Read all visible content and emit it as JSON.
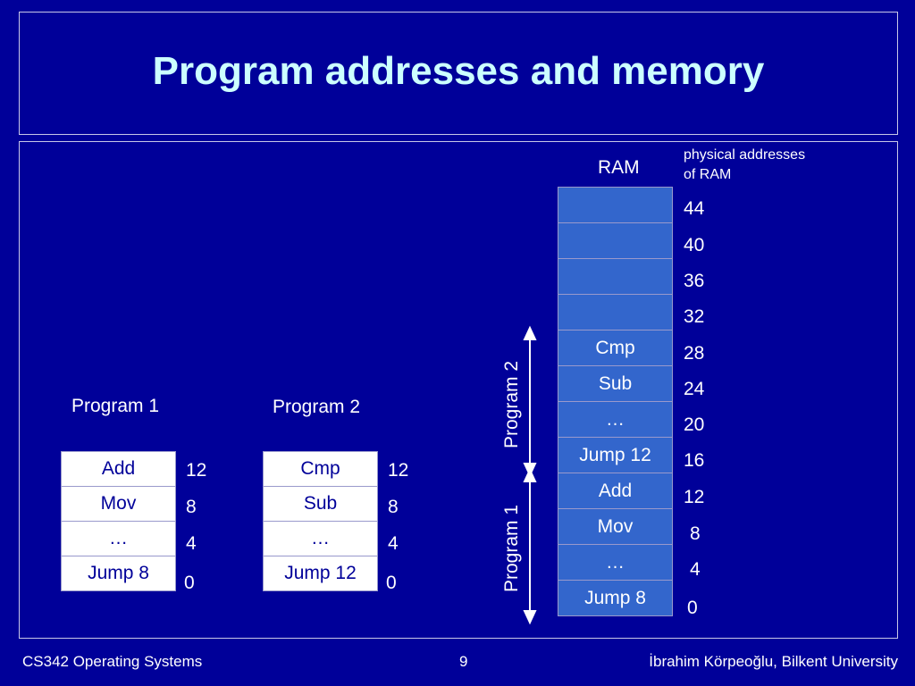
{
  "title": "Program addresses and memory",
  "program1": {
    "label": "Program 1",
    "cells": [
      "Add",
      "Mov",
      "…",
      "Jump 8"
    ],
    "addresses": [
      "12",
      "8",
      "4",
      "0"
    ]
  },
  "program2": {
    "label": "Program 2",
    "cells": [
      "Cmp",
      "Sub",
      "…",
      "Jump 12"
    ],
    "addresses": [
      "12",
      "8",
      "4",
      "0"
    ]
  },
  "ram": {
    "label": "RAM",
    "physical_label_line1": "physical addresses",
    "physical_label_line2": "of RAM",
    "cells": [
      "",
      "",
      "",
      "",
      "Cmp",
      "Sub",
      "…",
      "Jump 12",
      "Add",
      "Mov",
      "…",
      "Jump 8"
    ],
    "addresses": [
      "44",
      "40",
      "36",
      "32",
      "28",
      "24",
      "20",
      "16",
      "12",
      "8",
      "4",
      "0"
    ],
    "bracket_program2": "Program 2",
    "bracket_program1": "Program 1"
  },
  "footer": {
    "left": "CS342 Operating Systems",
    "center": "9",
    "right": "İbrahim Körpeoğlu, Bilkent University"
  },
  "colors": {
    "background": "#000099",
    "title": "#ccffff",
    "ram_cell": "#3366cc",
    "program_cell": "#ffffff"
  }
}
